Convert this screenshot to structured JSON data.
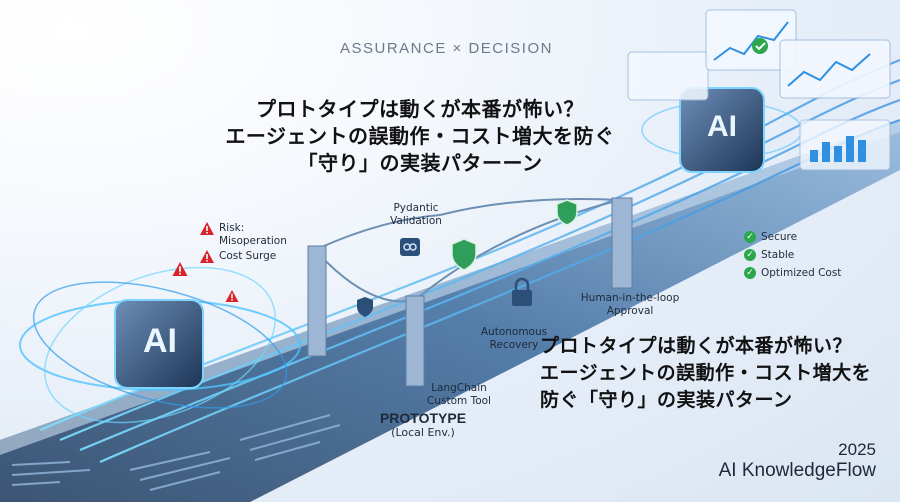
{
  "kicker": "ASSURANCE × DECISION",
  "headline_top": [
    "プロトタイプは動くが本番が怖い？",
    "エージェントの誤動作・コスト増大を防ぐ",
    "「守り」の実装パターーン"
  ],
  "headline_bottom": [
    "プロトタイプは動くが本番が怖い？",
    "エージェントの誤動作・コスト増大を",
    "防ぐ「守り」の実装パターン"
  ],
  "risks": [
    {
      "icon": "warning-icon",
      "label": "Risk:\nMisoperation"
    },
    {
      "icon": "warning-icon",
      "label": "Cost Surge"
    }
  ],
  "outcomes": [
    {
      "icon": "check-icon",
      "label": "Secure"
    },
    {
      "icon": "check-icon",
      "label": "Stable"
    },
    {
      "icon": "check-icon",
      "label": "Optimized Cost"
    }
  ],
  "bridge_labels": {
    "pydantic": "Pydantic\nValidation",
    "hitl": "Human-in-the-loop\nApproval",
    "recovery": "Autonomous\nRecovery",
    "langchain": "LangChain\nCustom Tool"
  },
  "prototype": {
    "title": "PROTOTYPE",
    "subtitle": "(Local Env.)"
  },
  "ai_label": "AI",
  "brand": {
    "year": "2025",
    "name": "AI KnowledgeFlow"
  },
  "colors": {
    "accent": "#2f8fe0",
    "glow": "#5cc8ff",
    "risk": "#d8232a",
    "ok": "#2ca84c"
  }
}
